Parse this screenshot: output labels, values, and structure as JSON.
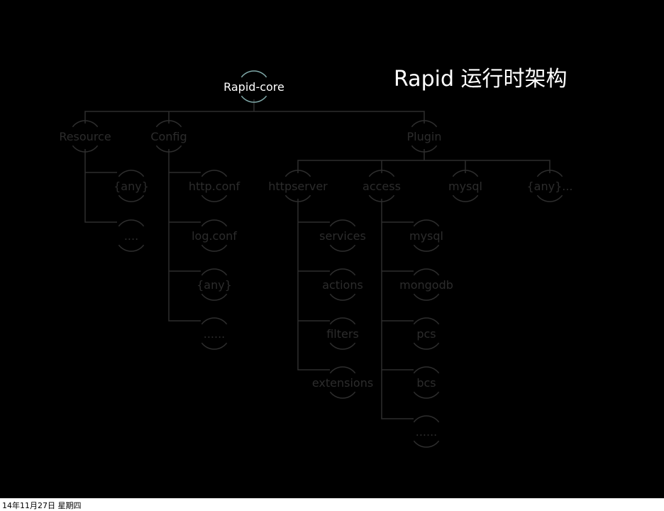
{
  "title": "Rapid 运行时架构",
  "footer_date": "14年11月27日 星期四",
  "colors": {
    "background": "#000000",
    "root": "#ffffff",
    "root_arc": "#7fa8a8",
    "dim": "#2e2e2e"
  },
  "nodes": [
    {
      "id": "rapid-core",
      "label": "Rapid-core",
      "root": true
    },
    {
      "id": "resource",
      "label": "Resource"
    },
    {
      "id": "config",
      "label": "Config"
    },
    {
      "id": "plugin",
      "label": "Plugin"
    },
    {
      "id": "resource-any",
      "label": "{any}"
    },
    {
      "id": "resource-more",
      "label": "...."
    },
    {
      "id": "http-conf",
      "label": "http.conf"
    },
    {
      "id": "log-conf",
      "label": "log.conf"
    },
    {
      "id": "config-any",
      "label": "{any}"
    },
    {
      "id": "config-more",
      "label": "......"
    },
    {
      "id": "httpserver",
      "label": "httpserver"
    },
    {
      "id": "access",
      "label": "access"
    },
    {
      "id": "plugin-mysql",
      "label": "mysql"
    },
    {
      "id": "plugin-any",
      "label": "{any}..."
    },
    {
      "id": "services",
      "label": "services"
    },
    {
      "id": "actions",
      "label": "actions"
    },
    {
      "id": "filters",
      "label": "filters"
    },
    {
      "id": "extensions",
      "label": "extensions"
    },
    {
      "id": "access-mysql",
      "label": "mysql"
    },
    {
      "id": "mongodb",
      "label": "mongodb"
    },
    {
      "id": "pcs",
      "label": "pcs"
    },
    {
      "id": "bcs",
      "label": "bcs"
    },
    {
      "id": "access-more",
      "label": "......"
    }
  ]
}
